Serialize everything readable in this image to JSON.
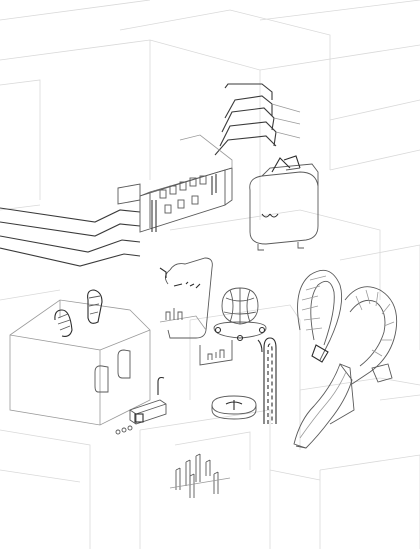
{
  "illustration": {
    "background_color": "#ffffff",
    "line_color": "#3a3a3a",
    "ghost_line_color": "#d9d9d9",
    "components": [
      "ghost-building-blocks",
      "cable-bundle-pipes",
      "connector-panel",
      "rounded-robot-head-box",
      "rectangular-machine-box",
      "scroll-sheet",
      "dome-lamp",
      "curved-hook-pipe",
      "flexible-duct-loop",
      "ramp-sculpture",
      "small-ring-base",
      "small-battery-device",
      "post-cluster"
    ]
  }
}
